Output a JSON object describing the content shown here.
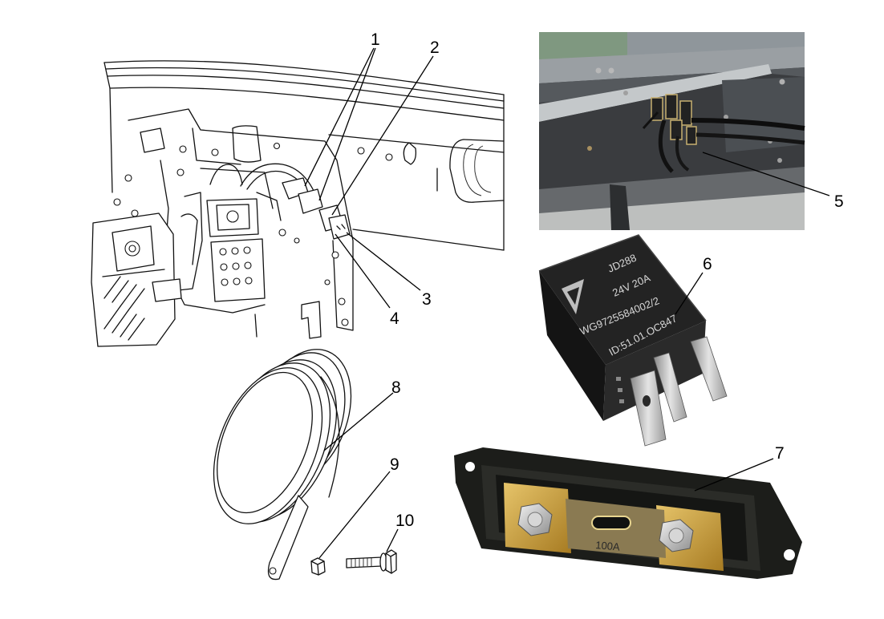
{
  "callouts": [
    {
      "label": "1"
    },
    {
      "label": "2"
    },
    {
      "label": "3"
    },
    {
      "label": "4"
    },
    {
      "label": "5"
    },
    {
      "label": "6"
    },
    {
      "label": "7"
    },
    {
      "label": "8"
    },
    {
      "label": "9"
    },
    {
      "label": "10"
    }
  ],
  "relay": {
    "markings": [
      "JD288",
      "24V 20A",
      "WG9725584002/2",
      "ID:51.01.OC847"
    ]
  },
  "fuse": {
    "rating": "100A"
  },
  "colors": {
    "line": "#111111",
    "background": "#ffffff",
    "relay_body": "#1e1e1e",
    "brass": "#c9a24a"
  }
}
